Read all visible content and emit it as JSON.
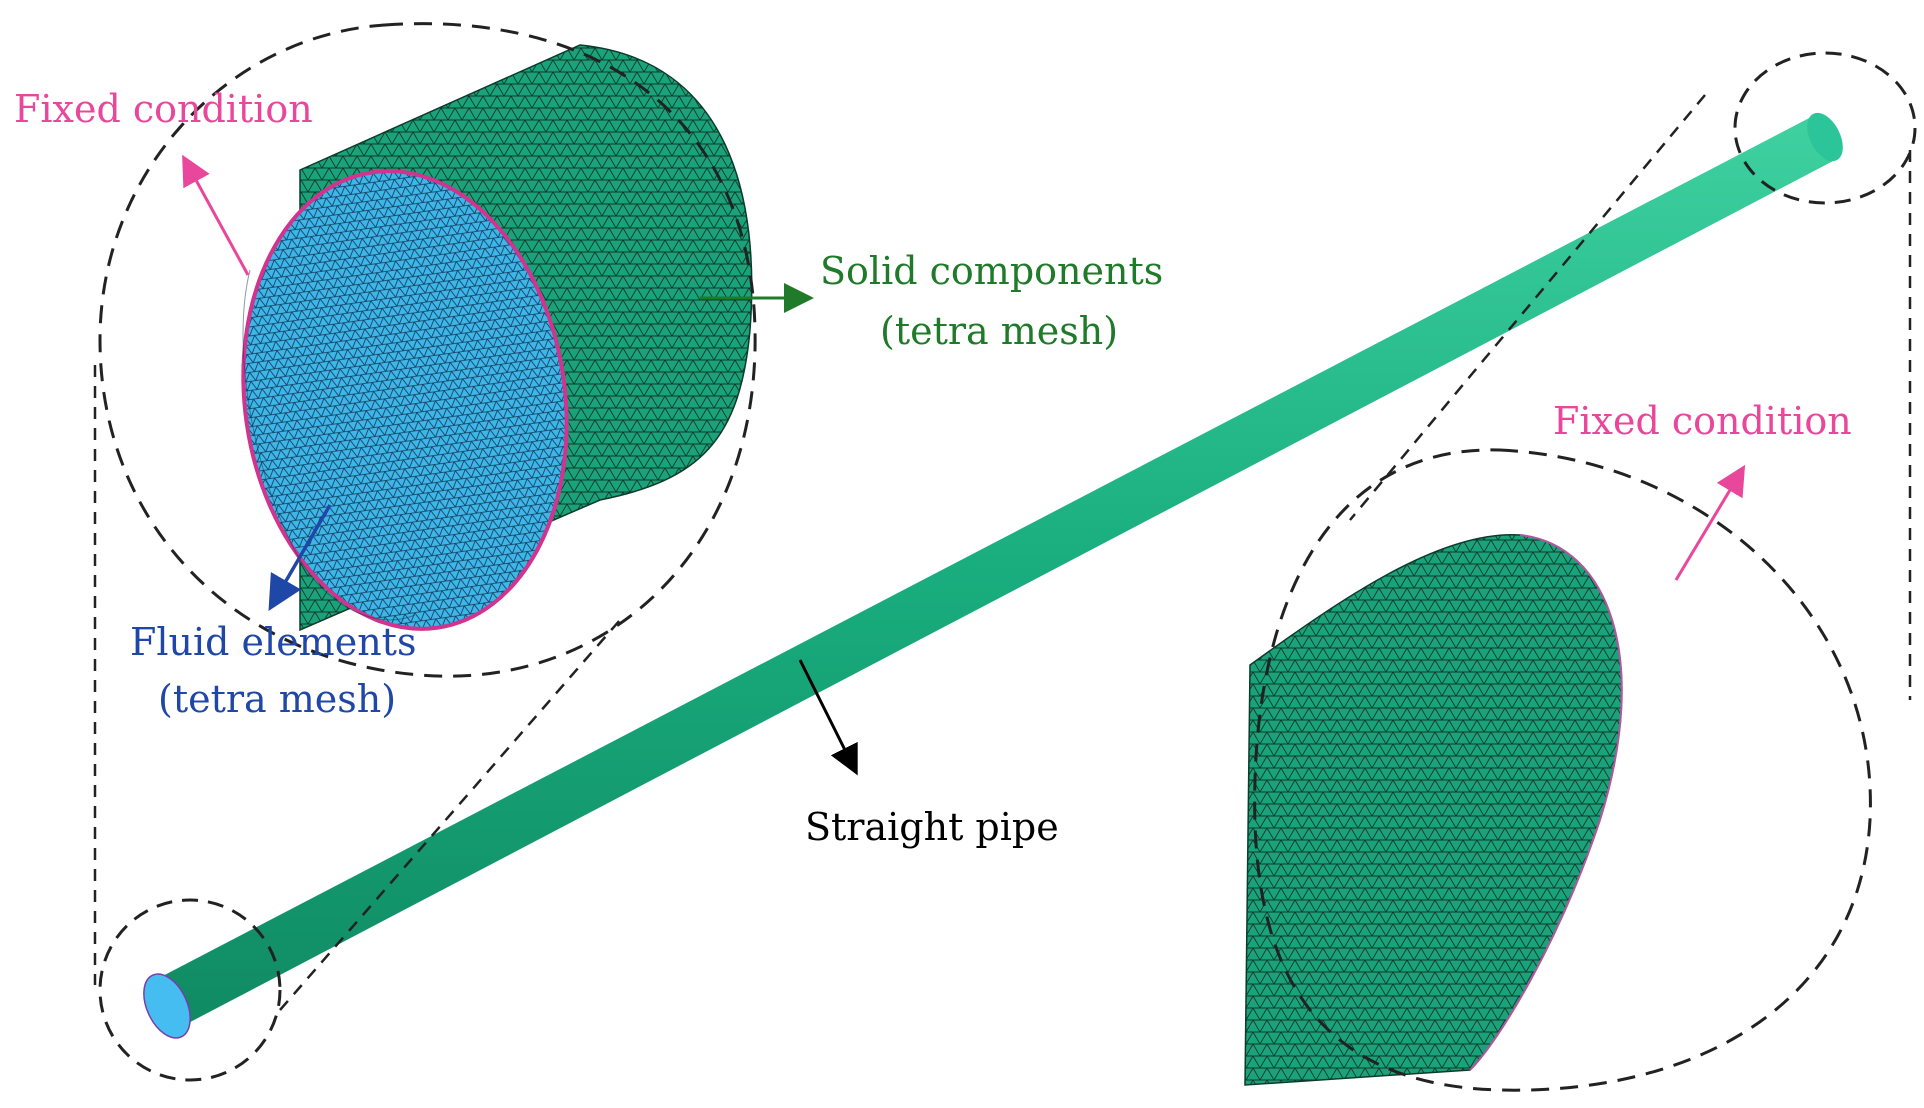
{
  "figure": {
    "labels": {
      "fixed_condition_left": "Fixed condition",
      "fixed_condition_right": "Fixed condition",
      "solid_components_line1": "Solid components",
      "solid_components_line2": "(tetra mesh)",
      "fluid_elements_line1": "Fluid elements",
      "fluid_elements_line2": "(tetra mesh)",
      "straight_pipe": "Straight pipe"
    },
    "colors": {
      "pipe": "#1aad7e",
      "mesh_solid": "#178a62",
      "mesh_fluid": "#2aa9e0",
      "fixed_condition": "#e8479b",
      "solid_label": "#1f7a2a",
      "fluid_label": "#1f47a8",
      "pipe_label": "#000000",
      "dashed": "#222222"
    }
  }
}
